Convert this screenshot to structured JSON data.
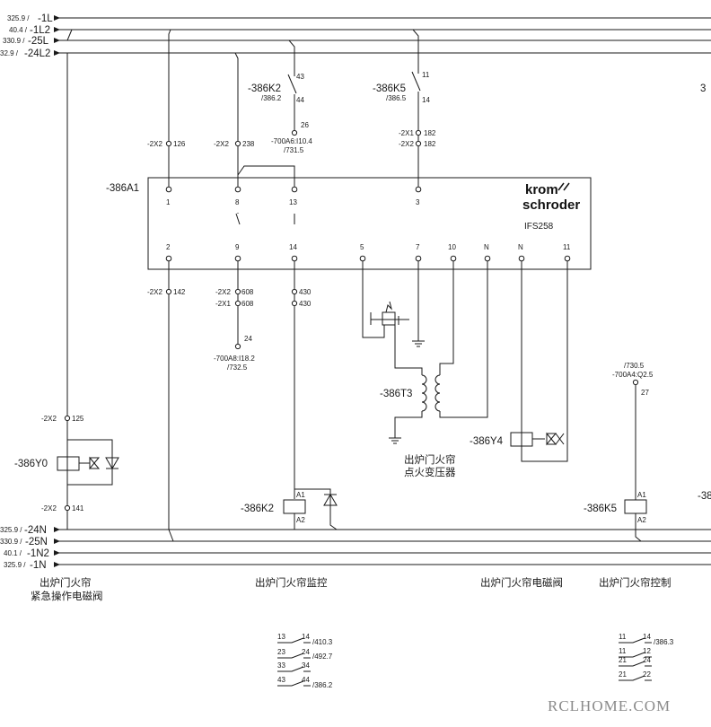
{
  "rails_top": [
    {
      "ref": "325.9 /",
      "name": "-1L"
    },
    {
      "ref": "40.4 /",
      "name": "-1L2"
    },
    {
      "ref": "330.9 /",
      "name": "-25L"
    },
    {
      "ref": "32.9 /",
      "name": "-24L2"
    }
  ],
  "rails_bottom": [
    {
      "ref": "325.9 /",
      "name": "-24N"
    },
    {
      "ref": "330.9 /",
      "name": "-25N"
    },
    {
      "ref": "40.1 /",
      "name": "-1N2"
    },
    {
      "ref": "325.9 /",
      "name": "-1N"
    }
  ],
  "relay_contacts": {
    "k2": {
      "name": "-386K2",
      "ref": "/386.2",
      "pin_top": "43",
      "pin_bottom": "44",
      "term": "26",
      "xref1": "-700A6:I10.4",
      "xref2": "/731.5"
    },
    "k5": {
      "name": "-386K5",
      "ref": "/386.5",
      "pin_top": "11",
      "pin_bottom": "14"
    }
  },
  "terminals": {
    "t126": "-2X2",
    "t126n": "126",
    "t238": "-2X2",
    "t238n": "238",
    "t182a": "-2X1",
    "t182an": "182",
    "t182b": "-2X2",
    "t182bn": "182",
    "t142": "-2X2",
    "t142n": "142",
    "t608a": "-2X2",
    "t608an": "608",
    "t608b": "-2X1",
    "t608bn": "608",
    "t430a": "430",
    "t430b": "430",
    "t125": "-2X2",
    "t125n": "125",
    "t141": "-2X2",
    "t141n": "141"
  },
  "controller": {
    "name": "-386A1",
    "brand_line1": "krom",
    "brand_line2": "schroder",
    "model": "IFS258",
    "top_pins": [
      "1",
      "8",
      "13",
      "3"
    ],
    "bottom_pins": [
      "2",
      "9",
      "14",
      "5",
      "7",
      "10",
      "N",
      "N",
      "11"
    ]
  },
  "xref_9": {
    "term": "24",
    "ref1": "-700A8:I18.2",
    "ref2": "/732.5"
  },
  "xref_k5coil": {
    "ref1": "/730.5",
    "ref2": "-700A4:Q2.5",
    "term": "27"
  },
  "devices": {
    "t3": "-386T3",
    "y4": "-386Y4",
    "y0": "-386Y0",
    "k2coil": "-386K2",
    "k5coil": "-386K5",
    "coil_a1": "A1",
    "coil_a2": "A2",
    "right_cut1": "3",
    "right_cut2": "-38"
  },
  "captions": {
    "transformer_l1": "出炉门火帘",
    "transformer_l2": "点火变压器",
    "col1_l1": "出炉门火帘",
    "col1_l2": "紧急操作电磁阀",
    "col2": "出炉门火帘监控",
    "col3": "出炉门火帘电磁阀",
    "col4": "出炉门火帘控制"
  },
  "k2_contact_table": [
    {
      "a": "13",
      "b": "14",
      "ref": "/410.3"
    },
    {
      "a": "23",
      "b": "24",
      "ref": "/492.7"
    },
    {
      "a": "33",
      "b": "34",
      "ref": ""
    },
    {
      "a": "43",
      "b": "44",
      "ref": "/386.2"
    }
  ],
  "k5_contact_table": [
    {
      "a": "11",
      "b": "14",
      "ref": "/386.3"
    },
    {
      "a": "11",
      "b": "12",
      "ref": ""
    },
    {
      "a": "21",
      "b": "24",
      "ref": ""
    },
    {
      "a": "21",
      "b": "22",
      "ref": ""
    }
  ],
  "watermark": "RCLHOME.COM"
}
